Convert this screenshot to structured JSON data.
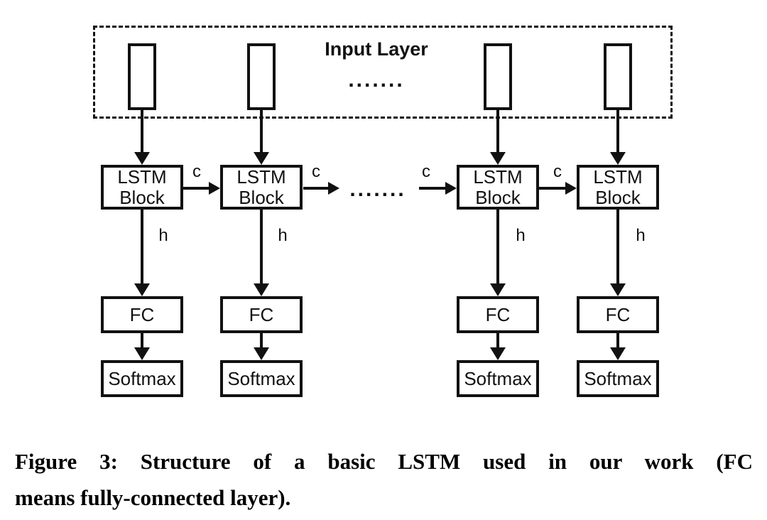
{
  "diagram": {
    "input_layer": {
      "label": "Input Layer",
      "dots": "......."
    },
    "mid_dots": ".......",
    "c_labels": [
      "c",
      "c",
      "c",
      "c"
    ],
    "columns": [
      {
        "lstm_line1": "LSTM",
        "lstm_line2": "Block",
        "h": "h",
        "fc": "FC",
        "softmax": "Softmax"
      },
      {
        "lstm_line1": "LSTM",
        "lstm_line2": "Block",
        "h": "h",
        "fc": "FC",
        "softmax": "Softmax"
      },
      {
        "lstm_line1": "LSTM",
        "lstm_line2": "Block",
        "h": "h",
        "fc": "FC",
        "softmax": "Softmax"
      },
      {
        "lstm_line1": "LSTM",
        "lstm_line2": "Block",
        "h": "h",
        "fc": "FC",
        "softmax": "Softmax"
      }
    ]
  },
  "caption": {
    "line1": "Figure 3: Structure of a basic LSTM used in our work (FC",
    "line2": "means fully-connected layer)."
  },
  "colors": {
    "ink": "#111111",
    "background": "#ffffff"
  }
}
